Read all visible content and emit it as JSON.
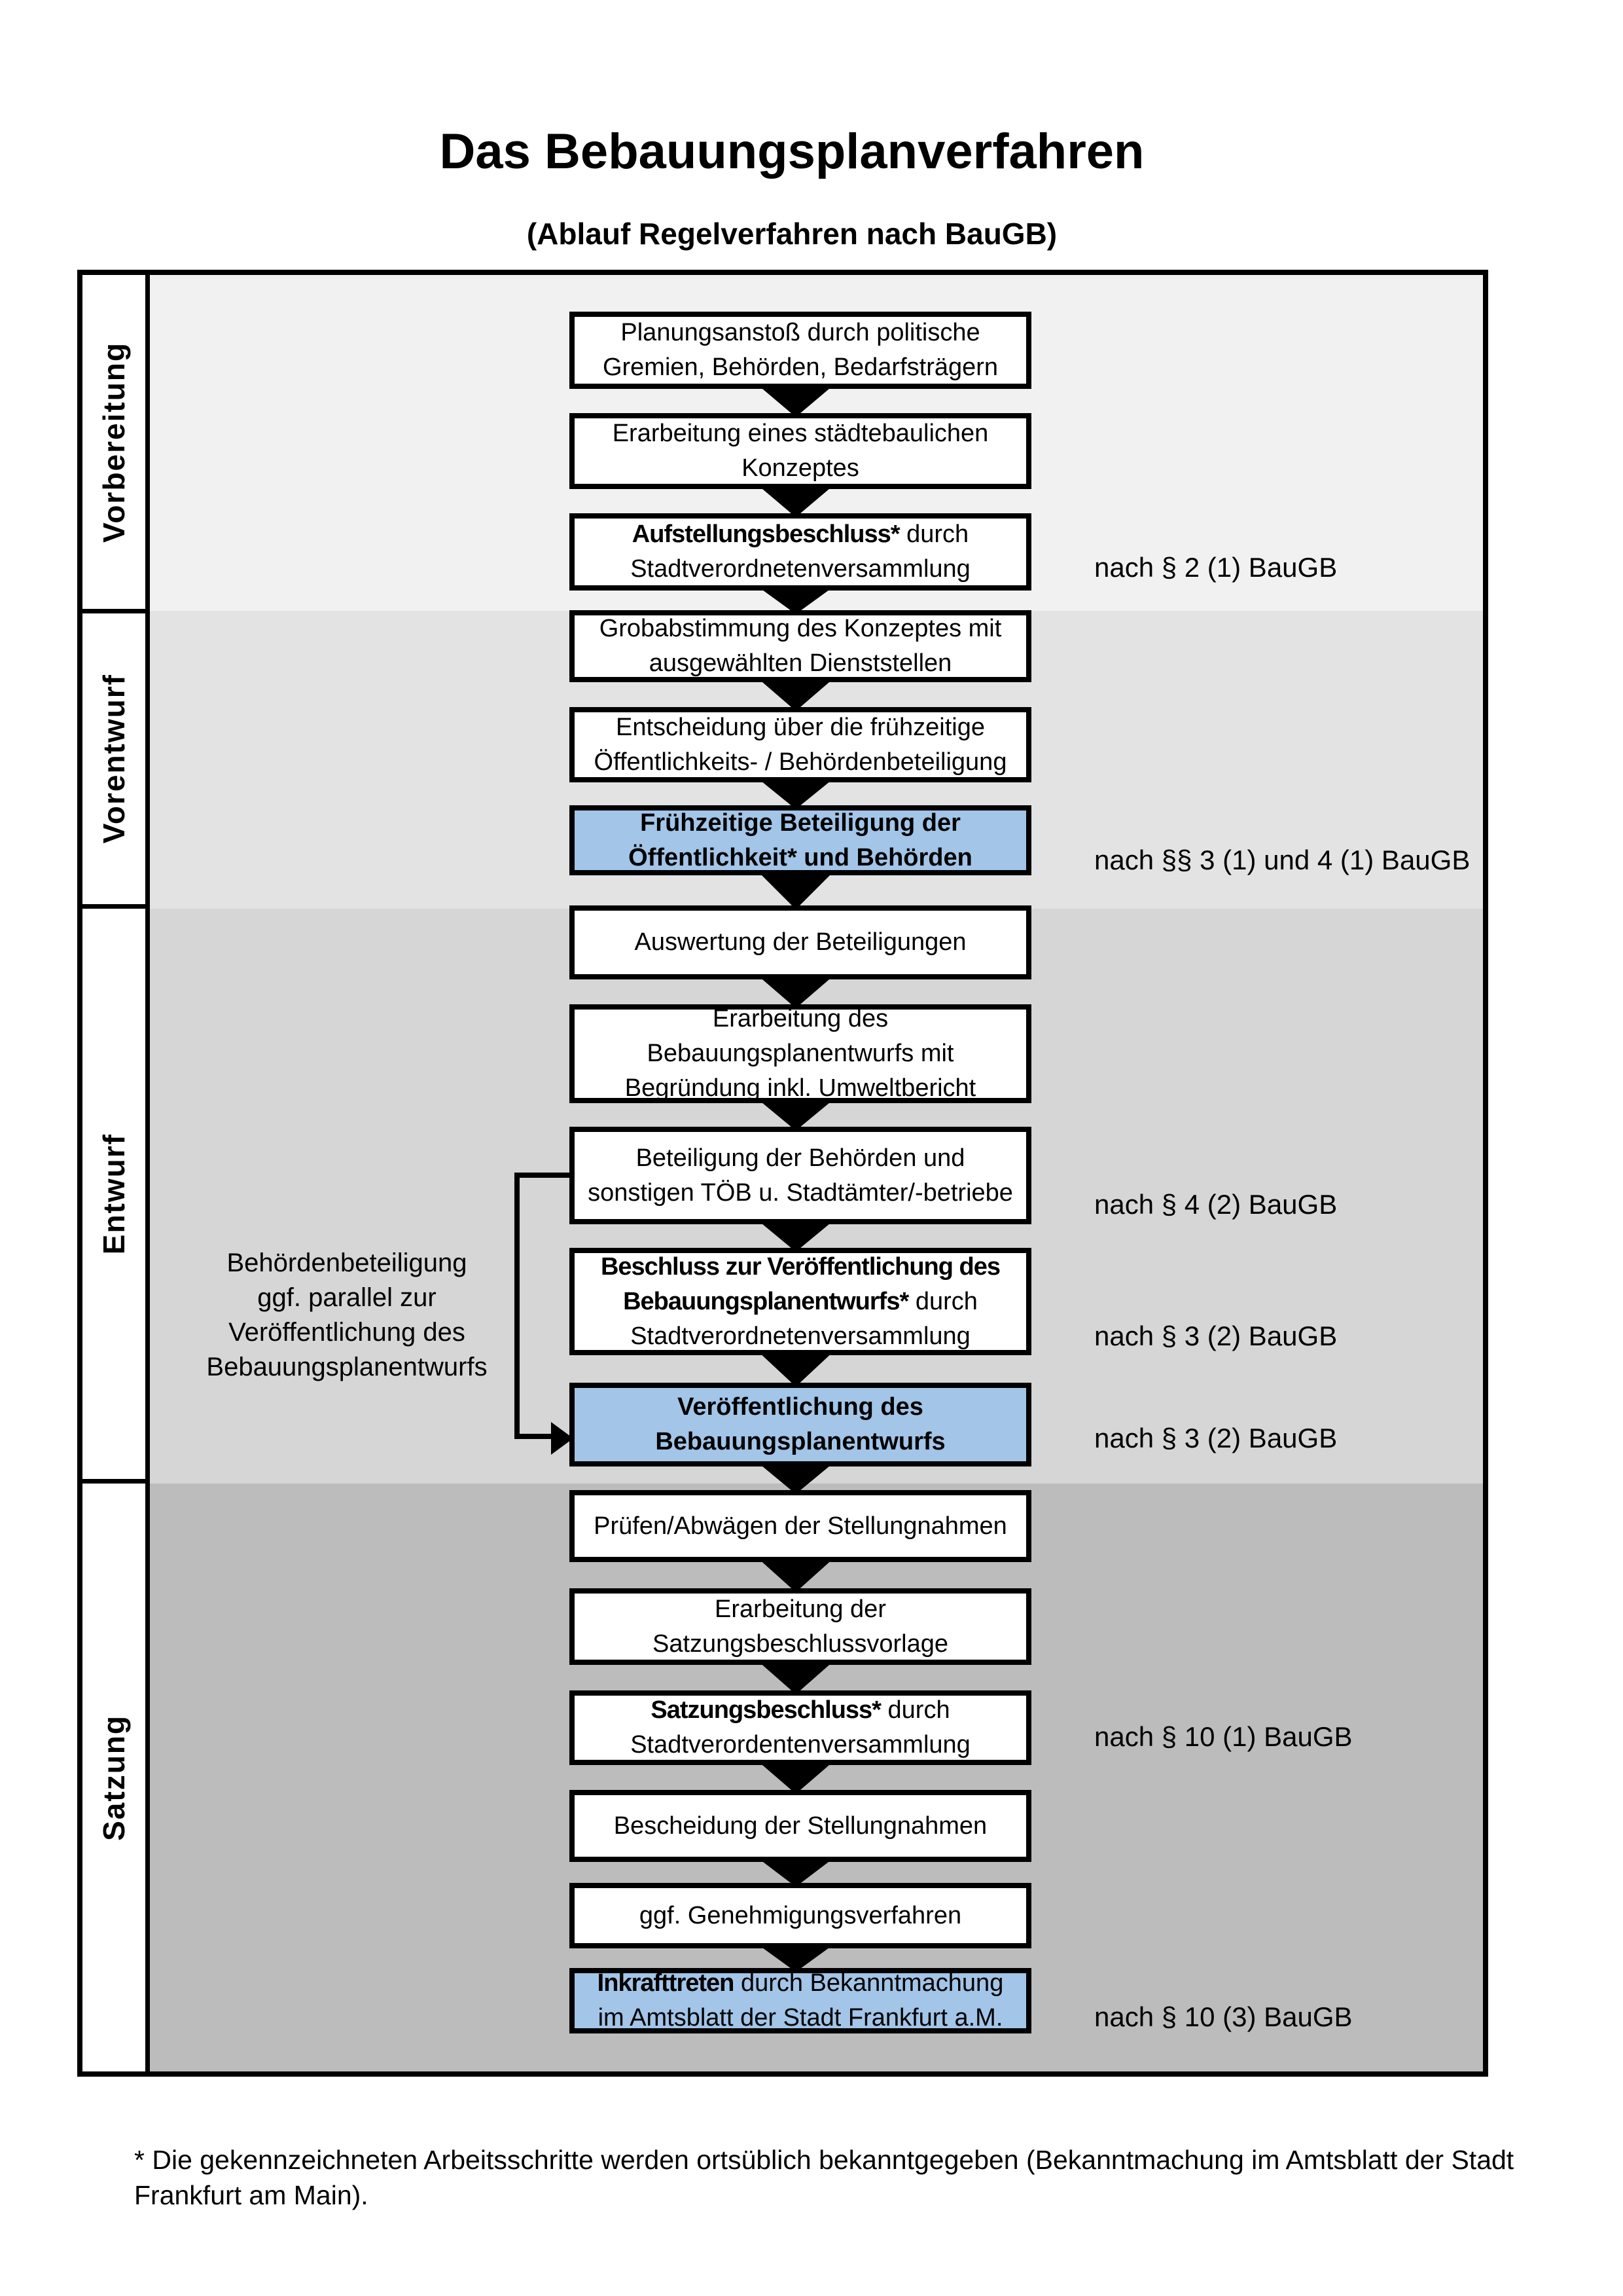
{
  "header": {
    "title": "Das Bebauungsplanverfahren",
    "subtitle": "(Ablauf Regelverfahren nach BauGB)"
  },
  "phases": [
    "Vorbereitung",
    "Vorentwurf",
    "Entwurf",
    "Satzung"
  ],
  "flow": {
    "b1": {
      "l1": "Planungsanstoß durch politische",
      "l2": "Gremien, Behörden, Bedarfsträgern"
    },
    "b2": {
      "l1": "Erarbeitung eines städtebaulichen",
      "l2": "Konzeptes"
    },
    "b3": {
      "l1_strong": "Aufstellungsbeschluss*",
      "l1_rest": " durch",
      "l2": "Stadtverordnetenversammlung"
    },
    "b4": {
      "l1": "Grobabstimmung des Konzeptes mit",
      "l2": "ausgewählten Dienststellen"
    },
    "b5": {
      "l1": "Entscheidung über die frühzeitige",
      "l2": "Öffentlichkeits- / Behördenbeteiligung"
    },
    "b6": {
      "l1": "Frühzeitige Beteiligung der",
      "l2": "Öffentlichkeit* und Behörden"
    },
    "b7": {
      "l1": "Auswertung der Beteiligungen"
    },
    "b8": {
      "l1": "Erarbeitung des",
      "l2": "Bebauungsplanentwurfs mit",
      "l3": "Begründung inkl. Umweltbericht"
    },
    "b9": {
      "l1": "Beteiligung der Behörden und",
      "l2": "sonstigen TÖB u. Stadtämter/-betriebe"
    },
    "b10": {
      "l1_strong": "Beschluss zur Veröffentlichung des",
      "l2_strong": "Bebauungsplanentwurfs*",
      "l2_rest": " durch",
      "l3": "Stadtverordnetenversammlung"
    },
    "b11": {
      "l1": "Veröffentlichung des",
      "l2": "Bebauungsplanentwurfs"
    },
    "b12": {
      "l1": "Prüfen/Abwägen der Stellungnahmen"
    },
    "b13": {
      "l1": "Erarbeitung der",
      "l2": "Satzungsbeschlussvorlage"
    },
    "b14": {
      "l1_strong": "Satzungsbeschluss*",
      "l1_rest": " durch",
      "l2": "Stadtverordentenversammlung"
    },
    "b15": {
      "l1": "Bescheidung der Stellungnahmen"
    },
    "b16": {
      "l1": "ggf. Genehmigungsverfahren"
    },
    "b17": {
      "l1_strong": "Inkrafttreten",
      "l1_rest": " durch Bekanntmachung",
      "l2": "im Amtsblatt der Stadt Frankfurt a.M."
    }
  },
  "law_refs": {
    "a1": "nach § 2 (1) BauGB",
    "a2": "nach §§ 3 (1) und 4 (1) BauGB",
    "a3": "nach § 4 (2) BauGB",
    "a4": "nach § 3 (2) BauGB",
    "a5": "nach § 3 (2) BauGB",
    "a6": "nach § 10 (1) BauGB",
    "a7": "nach § 10 (3) BauGB"
  },
  "side_note": {
    "l1": "Behördenbeteiligung",
    "l2": "ggf. parallel zur",
    "l3": "Veröffentlichung des",
    "l4": "Bebauungsplanentwurfs"
  },
  "footnote": {
    "l1": "* Die gekennzeichneten Arbeitsschritte werden ortsüblich bekanntgegeben (Bekanntmachung im Amtsblatt  der Stadt",
    "l2": "Frankfurt am Main)."
  },
  "colors": {
    "highlight_blue": "#a2c5e8",
    "band_vorbereitung": "#f1f1f1",
    "band_vorentwurf": "#e3e3e3",
    "band_entwurf": "#d6d6d6",
    "band_satzung": "#bcbcbc"
  }
}
